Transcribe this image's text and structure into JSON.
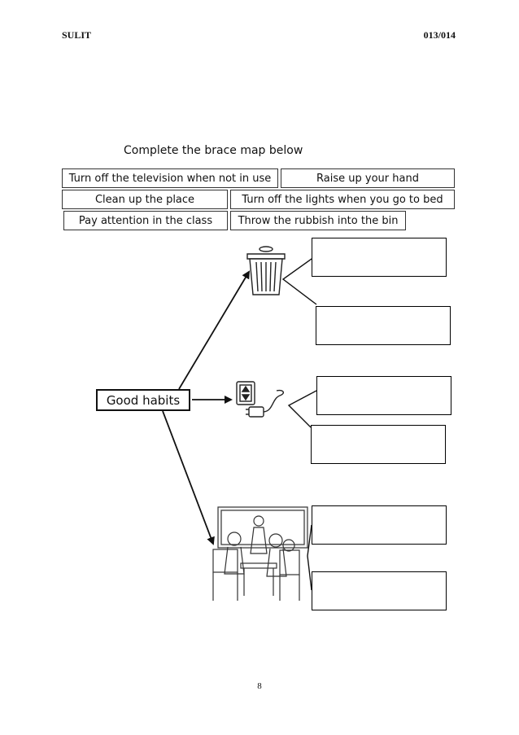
{
  "header": {
    "left": "SULIT",
    "right": "013/014"
  },
  "instruction": "Complete the brace map below",
  "word_bank": [
    "Turn off the television when not in use",
    "Raise up your hand",
    "Clean up the place",
    "Turn off the lights when you go to bed",
    "Pay attention in the class",
    "Throw the rubbish into the bin"
  ],
  "center_label": "Good habits",
  "icons": [
    "trash-bin-icon",
    "power-outlet-plug-icon",
    "classroom-illustration"
  ],
  "page_number": "8"
}
